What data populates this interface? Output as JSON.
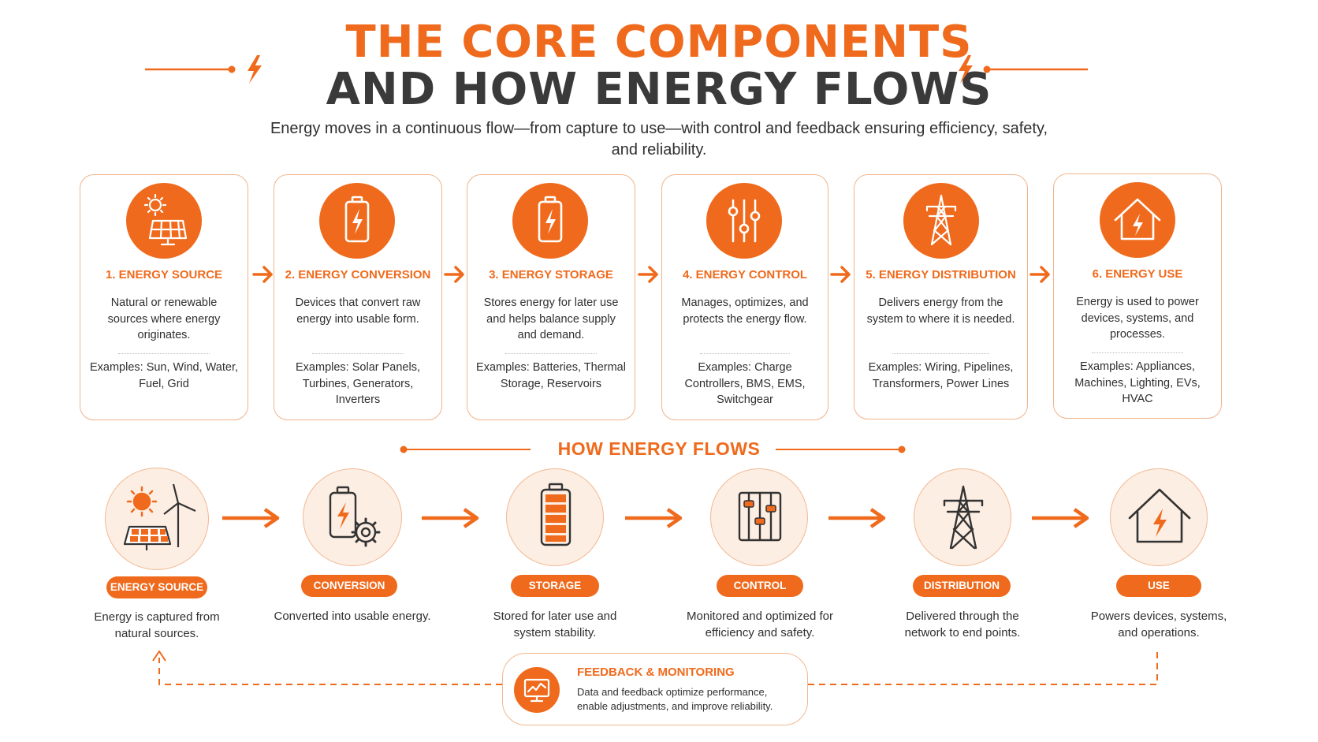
{
  "header": {
    "title_line1": "THE CORE COMPONENTS",
    "title_line2": "AND HOW ENERGY FLOWS",
    "subtitle": "Energy moves in a continuous flow—from capture to use—with control and feedback ensuring efficiency, safety, and reliability."
  },
  "colors": {
    "accent": "#ef6a1c",
    "dark": "#3a3a3a",
    "card_border": "#f0b48a",
    "circle_fill": "#fdeee3"
  },
  "components": [
    {
      "title": "1. ENERGY SOURCE",
      "desc": "Natural or renewable sources where energy originates.",
      "examples": "Examples: Sun, Wind, Water, Fuel, Grid",
      "icon": "sun-solar-panel-icon"
    },
    {
      "title": "2. ENERGY CONVERSION",
      "desc": "Devices that convert raw energy into usable form.",
      "examples": "Examples: Solar Panels, Turbines, Generators, Inverters",
      "icon": "battery-bolt-icon"
    },
    {
      "title": "3. ENERGY STORAGE",
      "desc": "Stores energy for later use and helps balance supply and demand.",
      "examples": "Examples: Batteries, Thermal Storage, Reservoirs",
      "icon": "battery-bolt-icon"
    },
    {
      "title": "4. ENERGY CONTROL",
      "desc": "Manages, optimizes, and protects the energy flow.",
      "examples": "Examples: Charge Controllers, BMS, EMS, Switchgear",
      "icon": "sliders-icon"
    },
    {
      "title": "5. ENERGY DISTRIBUTION",
      "desc": "Delivers energy from the system to where it is needed.",
      "examples": "Examples: Wiring, Pipelines, Transformers, Power Lines",
      "icon": "power-tower-icon"
    },
    {
      "title": "6. ENERGY USE",
      "desc": "Energy is used to power devices, systems, and processes.",
      "examples": "Examples: Appliances, Machines, Lighting, EVs, HVAC",
      "icon": "house-bolt-icon"
    }
  ],
  "flows": {
    "title": "HOW ENERGY FLOWS",
    "steps": [
      {
        "label": "ENERGY SOURCE",
        "desc": "Energy is captured from natural sources.",
        "icon": "sun-wind-solar-icon"
      },
      {
        "label": "CONVERSION",
        "desc": "Converted into usable energy.",
        "icon": "battery-gear-icon"
      },
      {
        "label": "STORAGE",
        "desc": "Stored for later use and system stability.",
        "icon": "battery-full-icon"
      },
      {
        "label": "CONTROL",
        "desc": "Monitored and optimized for efficiency and safety.",
        "icon": "sliders-icon"
      },
      {
        "label": "DISTRIBUTION",
        "desc": "Delivered through the network to end points.",
        "icon": "power-tower-icon"
      },
      {
        "label": "USE",
        "desc": "Powers devices, systems, and operations.",
        "icon": "house-bolt-icon"
      }
    ]
  },
  "feedback": {
    "title": "FEEDBACK & MONITORING",
    "text": "Data and feedback optimize performance, enable adjustments, and improve reliability.",
    "icon": "monitor-chart-icon"
  }
}
